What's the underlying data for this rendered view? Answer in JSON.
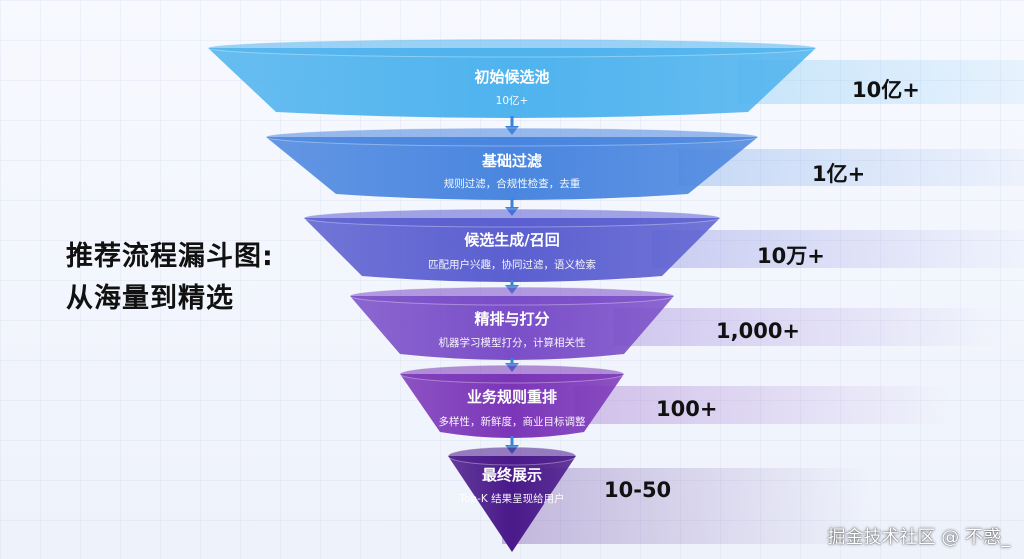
{
  "title": {
    "line1": "推荐流程漏斗图:",
    "line2": "从海量到精选"
  },
  "stages": [
    {
      "name": "初始候选池",
      "desc": "10亿+",
      "count": "10亿+",
      "color": "#4fb3ee"
    },
    {
      "name": "基础过滤",
      "desc": "规则过滤，合规性检查，去重",
      "count": "1亿+",
      "color": "#4a86df"
    },
    {
      "name": "候选生成/召回",
      "desc": "匹配用户兴趣，协同过滤，语义检索",
      "count": "10万+",
      "color": "#5b5fd0"
    },
    {
      "name": "精排与打分",
      "desc": "机器学习模型打分，计算相关性",
      "count": "1,000+",
      "color": "#7a4ec8"
    },
    {
      "name": "业务规则重排",
      "desc": "多样性，新鲜度，商业目标调整",
      "count": "100+",
      "color": "#7b36b8"
    },
    {
      "name": "最终展示",
      "desc": "Top-K 结果呈现给用户",
      "count": "10-50",
      "color": "#4a1a8a"
    }
  ],
  "watermark": "掘金技术社区 @ 不惑_"
}
